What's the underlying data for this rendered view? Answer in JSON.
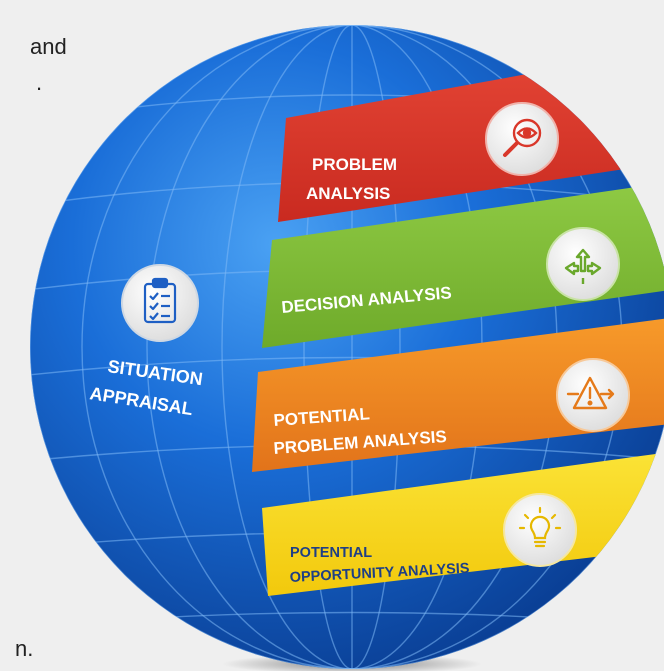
{
  "text_fragments": {
    "top_line_1": "and",
    "top_line_2": ".",
    "bottom_line": "n."
  },
  "diagram": {
    "center_label": {
      "line1": "SITUATION",
      "line2": "APPRAISAL",
      "icon": "clipboard-checklist-icon"
    },
    "bands": [
      {
        "id": "problem",
        "line1": "PROBLEM",
        "line2": "ANALYSIS",
        "color": "#dd3b2c",
        "icon": "magnifier-eye-icon"
      },
      {
        "id": "decision",
        "line1": "DECISION ANALYSIS",
        "line2": "",
        "color": "#86c13b",
        "icon": "branching-arrows-icon"
      },
      {
        "id": "potential-problem",
        "line1": "POTENTIAL",
        "line2": "PROBLEM ANALYSIS",
        "color": "#f28a1f",
        "icon": "warning-triangle-icon"
      },
      {
        "id": "potential-opportunity",
        "line1": "POTENTIAL",
        "line2": "OPPORTUNITY ANALYSIS",
        "color": "#f8dc16",
        "icon": "lightbulb-icon"
      }
    ],
    "colors": {
      "globe_dark": "#0a3f95",
      "globe_mid": "#1a6ed8",
      "globe_light": "#4aa1f3",
      "grid": "#7db8f5"
    }
  }
}
